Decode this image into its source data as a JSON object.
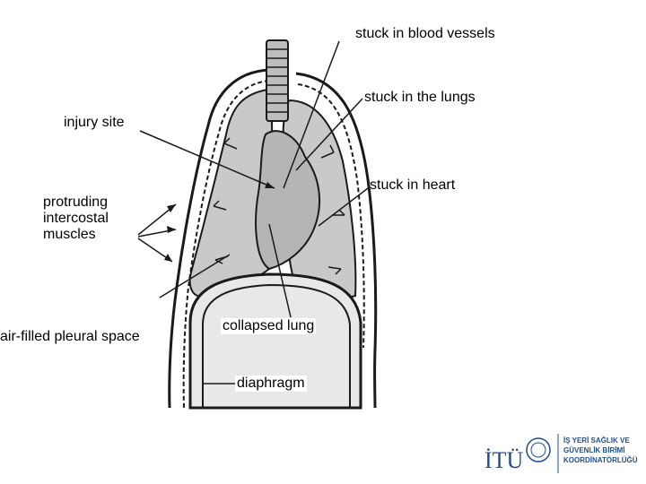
{
  "labels": {
    "blood_vessels": "stuck in blood vessels",
    "lungs": "stuck in the lungs",
    "injury_site": "injury site",
    "heart": "stuck in heart",
    "muscles": " protruding\nintercostal\nmuscles",
    "pleural_space": "air-filled pleural space",
    "collapsed_lung": "collapsed lung",
    "diaphragm": "diaphragm"
  },
  "logo": {
    "wordmark": "İTÜ",
    "unit_line1": "İŞ YERİ SAĞLIK VE",
    "unit_line2": "GÜVENLİK BİRİMİ",
    "unit_line3": "KOORDİNATÖRLÜĞÜ",
    "color": "#1f4e8c"
  },
  "colors": {
    "lung_fill": "#c9c9c9",
    "outline": "#1a1a1a"
  }
}
